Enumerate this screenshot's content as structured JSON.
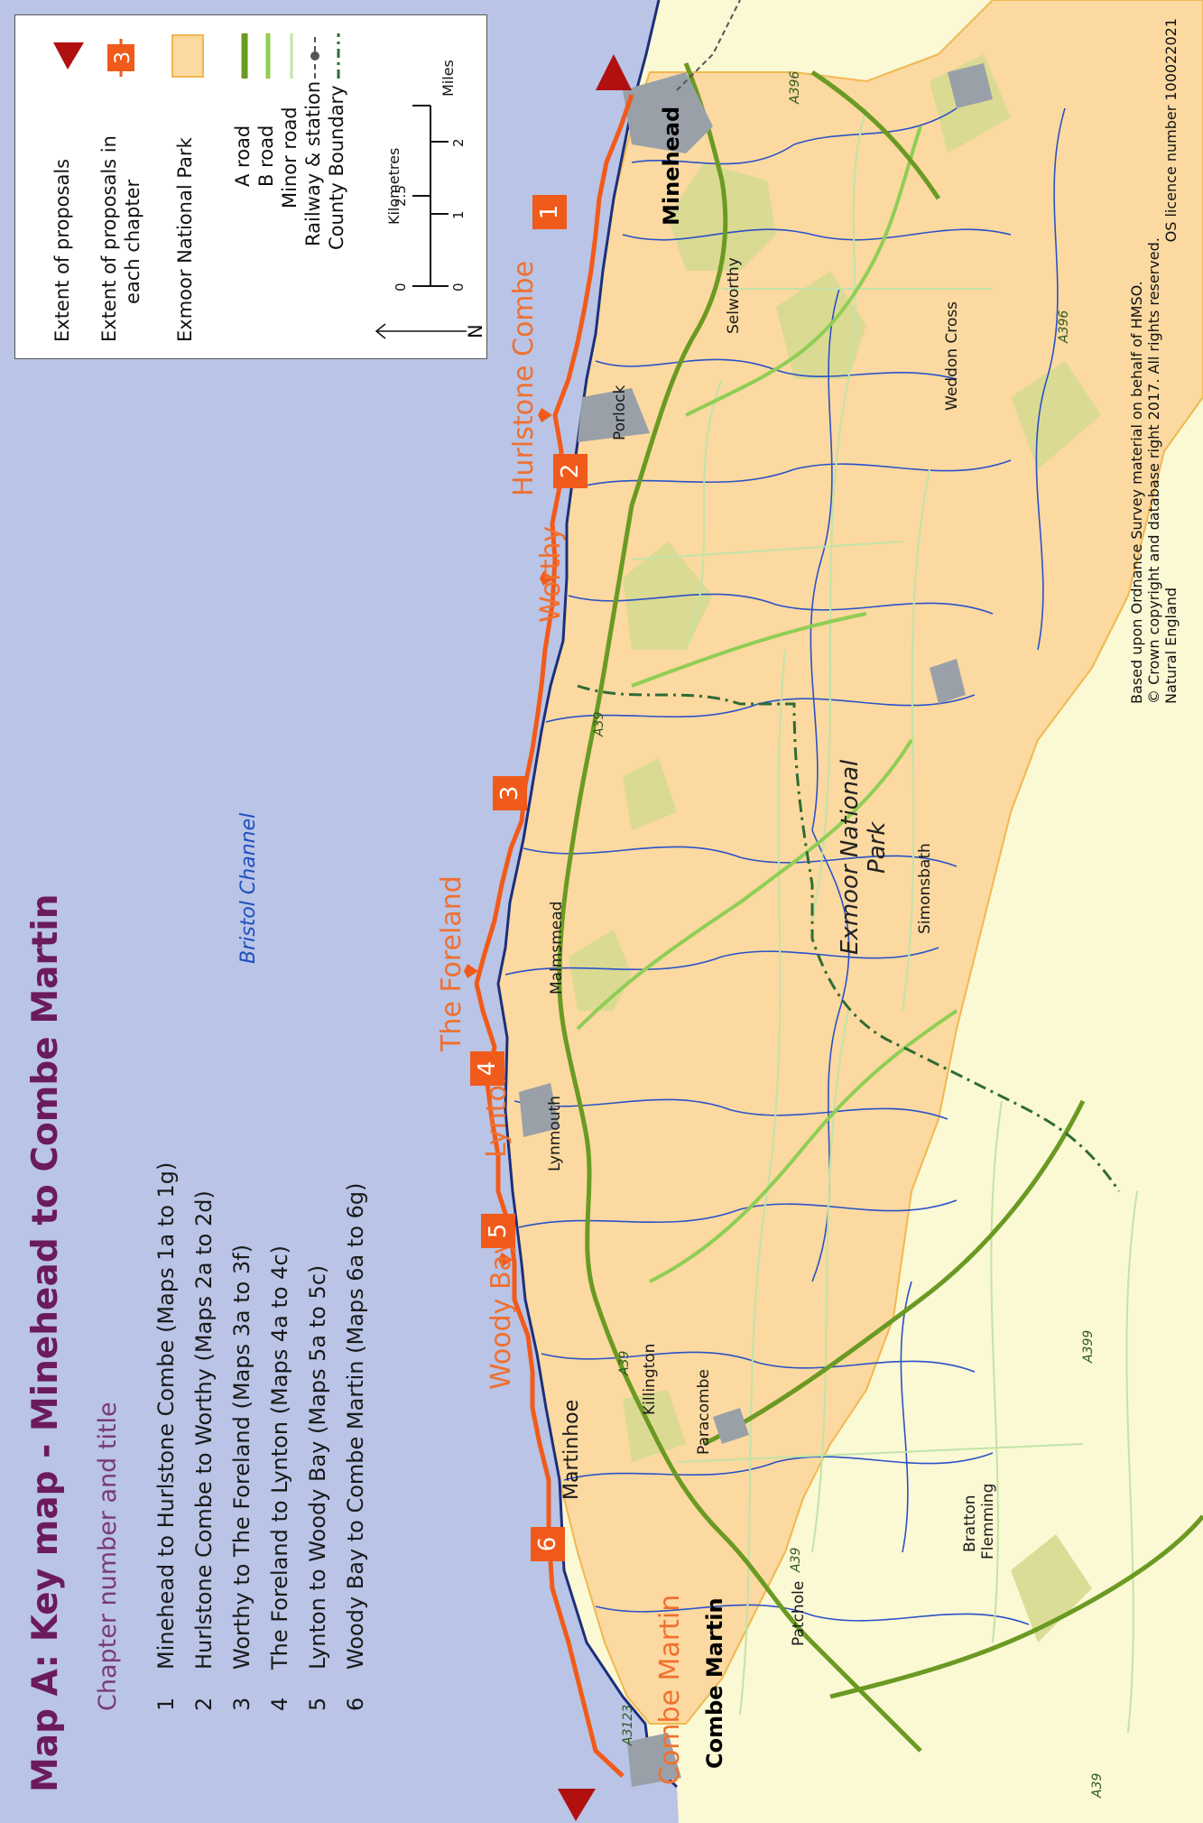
{
  "title": "Map A:  Key map - Minehead to Combe Martin",
  "chapter_heading": "Chapter number and title",
  "chapters": [
    {
      "num": "1",
      "title": "Minehead to Hurlstone Combe (Maps 1a to 1g)"
    },
    {
      "num": "2",
      "title": "Hurlstone Combe to Worthy (Maps 2a to 2d)"
    },
    {
      "num": "3",
      "title": "Worthy to The Foreland (Maps 3a to 3f)"
    },
    {
      "num": "4",
      "title": "The Foreland to Lynton (Maps 4a to 4c)"
    },
    {
      "num": "5",
      "title": "Lynton to Woody Bay (Maps 5a to 5c)"
    },
    {
      "num": "6",
      "title": "Woody Bay to Combe Martin (Maps 6a to 6g)"
    }
  ],
  "legend": {
    "extent": "Extent of proposals",
    "extent_chapter_1": "Extent of proposals in",
    "extent_chapter_2": "each chapter",
    "extent_badge": "3",
    "national_park": "Exmoor National Park",
    "a_road": "A road",
    "b_road": "B road",
    "minor_road": "Minor road",
    "railway": "Railway & station",
    "county": "County Boundary",
    "north": "N",
    "scale_km_label": "Kilometres",
    "scale_miles_label": "Miles",
    "scale_km": [
      "0",
      "2.5"
    ],
    "scale_miles": [
      "0",
      "1",
      "2"
    ]
  },
  "credit": {
    "line1": "Based  upon Ordnance Survey material on behalf of HMSO.",
    "line2": "© Crown copyright and database right 2017.  All rights reserved.",
    "line3": "Natural England",
    "line3b": "OS licence number 100022021"
  },
  "sea_label": "Bristol Channel",
  "park_label_1": "Exmoor National",
  "park_label_2": "Park",
  "section_labels": {
    "hurlstone": "Hurlstone Combe",
    "worthy": "Worthy",
    "foreland": "The Foreland",
    "lynton": "Lynton",
    "woody_bay": "Woody Bay",
    "combe_martin": "Combe Martin"
  },
  "badges": [
    "1",
    "2",
    "3",
    "4",
    "5",
    "6"
  ],
  "places": {
    "minehead": "Minehead",
    "combe_martin": "Combe Martin",
    "porlock": "Porlock",
    "selworthy": "Selworthy",
    "weddon_cross": "Weddon Cross",
    "malmsmead": "Malmsmead",
    "lynmouth": "Lynmouth",
    "simonsbath": "Simonsbath",
    "martinhoe": "Martinhoe",
    "killington": "Killington",
    "paracombe": "Paracombe",
    "bratton_1": "Bratton",
    "bratton_2": "Flemming",
    "patchole": "Patchole"
  },
  "road_labels": {
    "a396_a": "A396",
    "a396_b": "A396",
    "a39_a": "A39",
    "a39_b": "A39",
    "a39_c": "A39",
    "a39_d": "A39",
    "a399": "A399",
    "a3123": "A3123"
  },
  "colors": {
    "sea": "#b9c4e6",
    "park": "#fbd9a0",
    "land": "#fbf8d4",
    "route": "#f25a1a",
    "a_road": "#6a9a22",
    "b_road": "#8fce55",
    "minor_road": "#c2e3a8",
    "river": "#2a52c8",
    "title": "#6b1a5e",
    "county": "#2f6b34",
    "extent_marker": "#b01010"
  }
}
